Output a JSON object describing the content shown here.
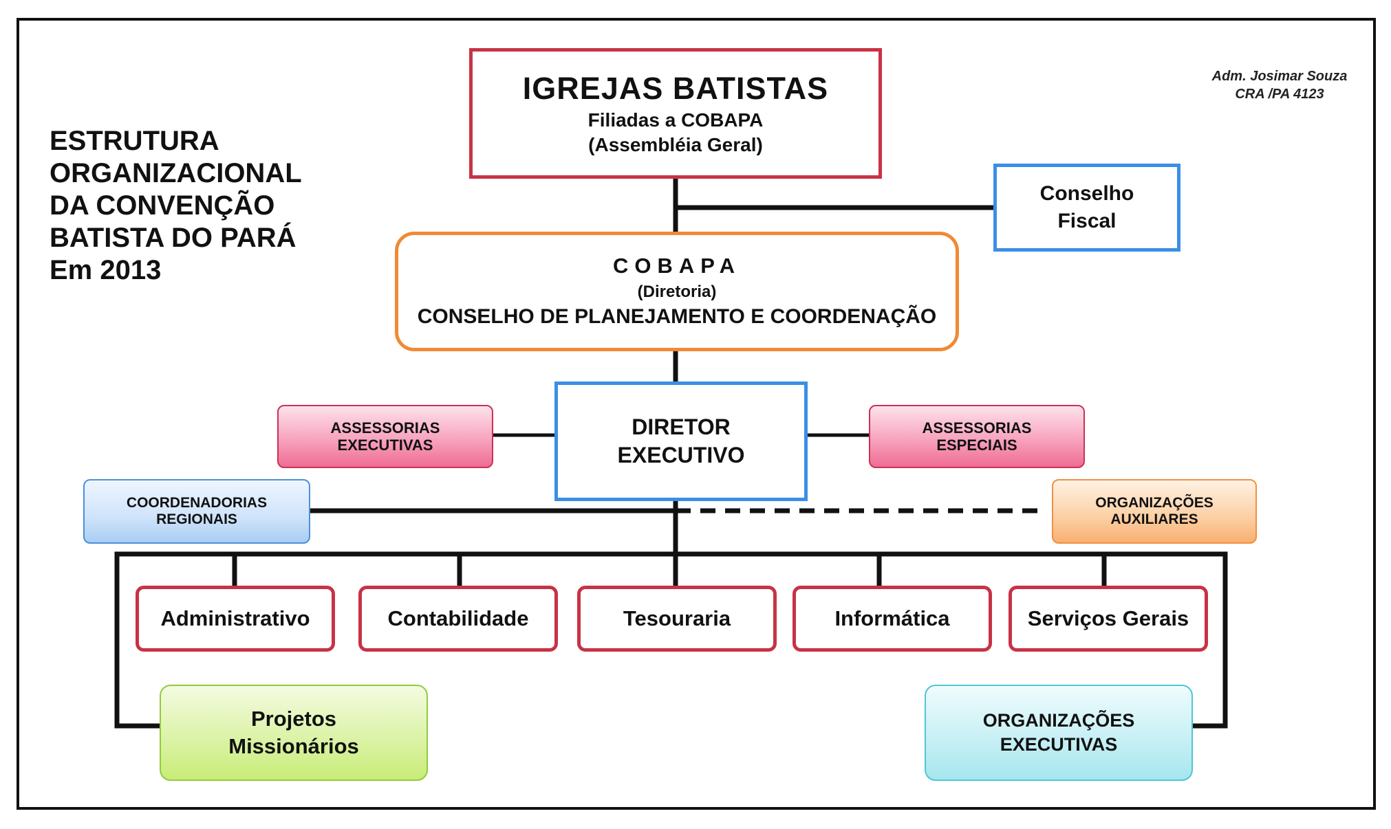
{
  "title": [
    "ESTRUTURA",
    "ORGANIZACIONAL",
    "DA CONVENÇÃO",
    "BATISTA DO PARÁ",
    "Em 2013"
  ],
  "author": {
    "name": "Adm. Josimar Souza",
    "registration": "CRA /PA 4123"
  },
  "nodes": {
    "igrejas": {
      "title": "IGREJAS BATISTAS",
      "line1": "Filiadas a COBAPA",
      "line2": "(Assembléia Geral)"
    },
    "conselho_fiscal": {
      "line1": "Conselho",
      "line2": "Fiscal"
    },
    "cobapa": {
      "title": "COBAPA",
      "line1": "(Diretoria)",
      "line2": "CONSELHO DE PLANEJAMENTO E COORDENAÇÃO"
    },
    "diretor": {
      "line1": "DIRETOR",
      "line2": "EXECUTIVO"
    },
    "assessorias_executivas": {
      "line1": "ASSESSORIAS",
      "line2": "EXECUTIVAS"
    },
    "assessorias_especiais": {
      "line1": "ASSESSORIAS",
      "line2": "ESPECIAIS"
    },
    "coordenadorias": {
      "line1": "COORDENADORIAS",
      "line2": "REGIONAIS"
    },
    "org_auxiliares": {
      "line1": "ORGANIZAÇÕES",
      "line2": "AUXILIARES"
    },
    "departments": [
      "Administrativo",
      "Contabilidade",
      "Tesouraria",
      "Informática",
      "Serviços Gerais"
    ],
    "projetos": {
      "line1": "Projetos",
      "line2": "Missionários"
    },
    "org_executivas": {
      "line1": "ORGANIZAÇÕES",
      "line2": "EXECUTIVAS"
    }
  },
  "colors": {
    "red_border": "#c83245",
    "blue_border": "#3b8ee6",
    "orange_border": "#f08a34",
    "pink_fill": "#f7a3be",
    "light_blue_fill": "#cfe3fb",
    "peach_fill": "#fccfa3",
    "green_fill": "#dcf3a8",
    "cyan_fill": "#c8f0f5",
    "line": "#111111"
  }
}
